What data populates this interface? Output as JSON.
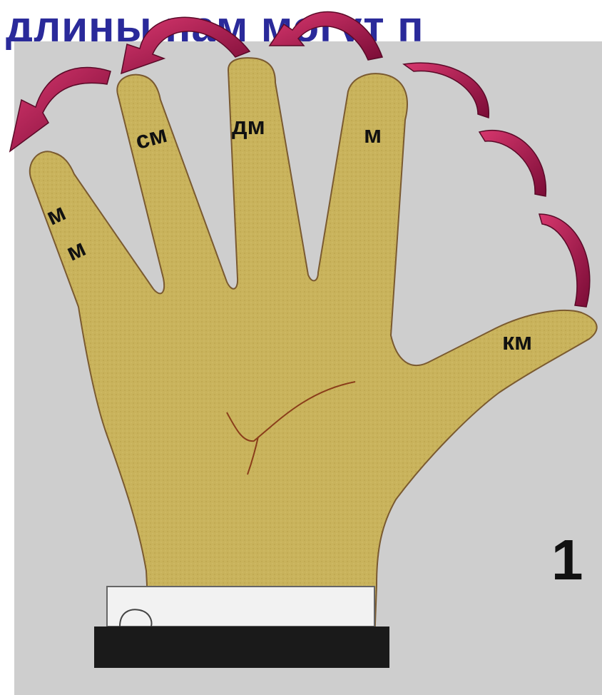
{
  "title": "длины нам могут п",
  "finger_labels": {
    "little_top": "м",
    "little_bottom": "м",
    "ring": "см",
    "middle": "дм",
    "index": "м",
    "thumb": "км"
  },
  "slide_number": "1",
  "colors": {
    "title": "#2a2a9a",
    "panel": "#cecece",
    "hand": "#c8b25a",
    "arrow": "#a8104e",
    "cuff": "#111111"
  }
}
